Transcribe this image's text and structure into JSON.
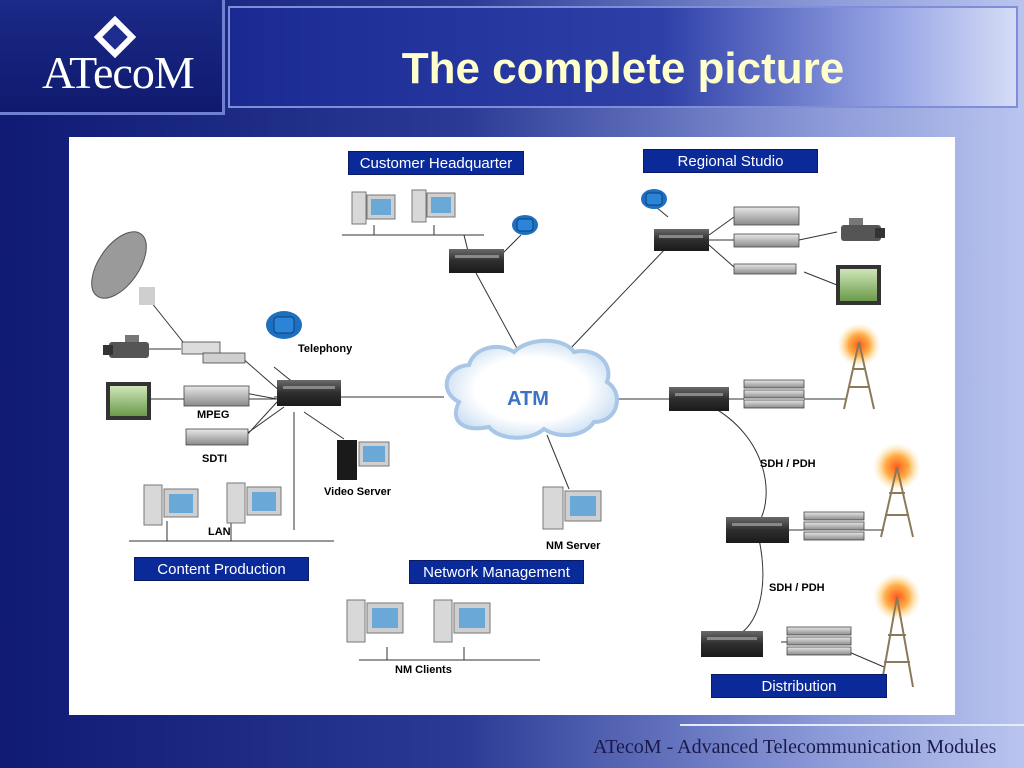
{
  "header": {
    "logo_text": "ATecoM",
    "title": "The complete picture"
  },
  "diagram": {
    "cloud_label": "ATM",
    "sections": {
      "customer_hq": "Customer Headquarter",
      "regional_studio": "Regional Studio",
      "content_production": "Content Production",
      "network_management": "Network Management",
      "distribution": "Distribution"
    },
    "labels": {
      "telephony": "Telephony",
      "mpeg": "MPEG",
      "sdti": "SDTI",
      "video_server": "Video Server",
      "lan": "LAN",
      "nm_server": "NM Server",
      "nm_clients": "NM Clients",
      "sdh_pdh_1": "SDH / PDH",
      "sdh_pdh_2": "SDH / PDH"
    }
  },
  "footer": {
    "text": "ATecoM - Advanced Telecommunication Modules"
  },
  "colors": {
    "section_bg": "#0a2a9a",
    "title_text": "#ffffcc",
    "cloud_text": "#3a72c8"
  }
}
